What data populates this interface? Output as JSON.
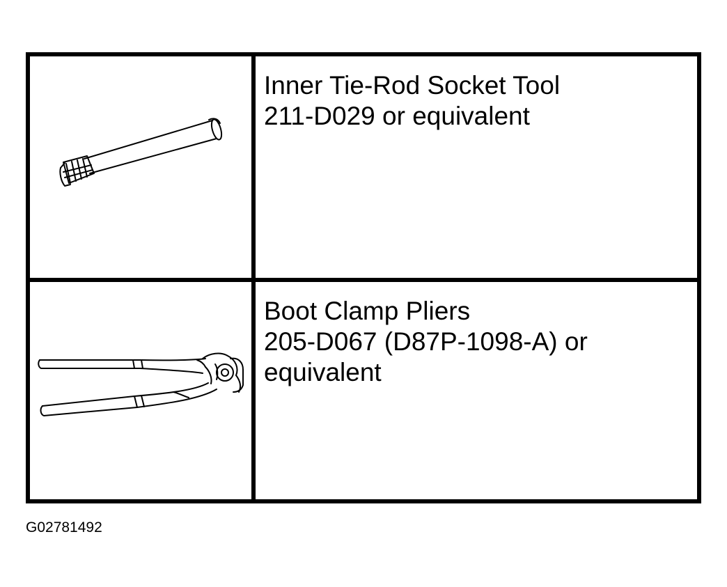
{
  "tools": [
    {
      "icon": "tie-rod-socket-icon",
      "name": "Inner Tie-Rod Socket Tool",
      "part_line": "211-D029 or equivalent"
    },
    {
      "icon": "boot-clamp-pliers-icon",
      "name": "Boot Clamp Pliers",
      "part_line": "205-D067 (D87P-1098-A) or",
      "part_line_2": "equivalent"
    }
  ],
  "figure_id": "G02781492"
}
